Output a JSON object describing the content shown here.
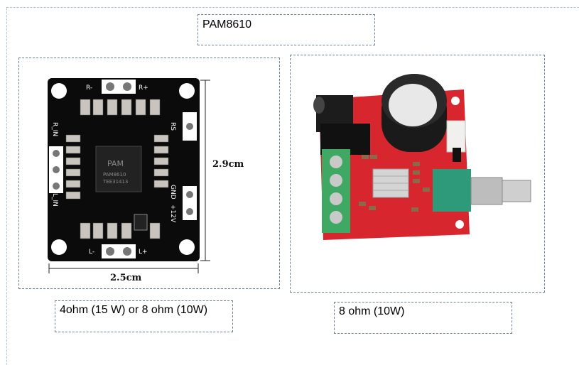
{
  "title_box": {
    "text": "PAM8610"
  },
  "left_figure": {
    "labels": {
      "r_minus": "R-",
      "r_plus": "R+",
      "l_minus": "L-",
      "l_plus": "L+",
      "r_in": "R_IN",
      "l_in": "L_IN",
      "gnd": "GND",
      "v12": "+12V",
      "rs": "RS",
      "chip_brand": "PAM",
      "chip_line1": "PAM8610",
      "chip_line2": "TEE31413"
    },
    "height_dim": "2.9cm",
    "width_dim": "2.5cm",
    "board_color": "#0b0b0b"
  },
  "right_figure": {
    "board_color": "#d8262f",
    "terminal_color": "#3fa862",
    "pot_color": "#2f9a7a"
  },
  "caption_left": {
    "text": "4ohm (15 W) or 8 ohm (10W)"
  },
  "caption_right": {
    "text": "8 ohm (10W)"
  }
}
